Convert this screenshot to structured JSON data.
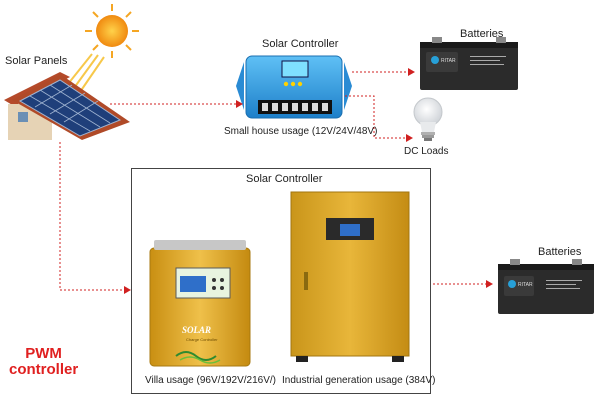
{
  "labels": {
    "solar_panels": "Solar Panels",
    "top_controller": "Solar Controller",
    "top_batteries": "Batteries",
    "small_house": "Small house usage  (12V/24V/48V)",
    "dc_loads": "DC Loads",
    "box_controller": "Solar Controller",
    "right_batteries": "Batteries",
    "villa": "Villa usage  (96V/192V/216V/)",
    "industrial": "Industrial generation usage  (384V)",
    "pwm_line1": "PWM",
    "pwm_line2": "controller"
  },
  "device_text": {
    "battery_brand": "RITAR",
    "villa_brand": "SOLAR",
    "villa_sub": "Charge Controller"
  },
  "colors": {
    "connector": "#d02020",
    "pwm_text": "#e02020",
    "controller_blue": "#2f9be0",
    "cabinet_gold": "#d9a520",
    "battery_body": "#2b2b2b",
    "sun": "#f5a623"
  },
  "icons": [
    "sun-icon",
    "solar-panel-house-icon",
    "controller-small-icon",
    "battery-icon",
    "light-bulb-icon",
    "villa-controller-icon",
    "industrial-cabinet-icon"
  ]
}
